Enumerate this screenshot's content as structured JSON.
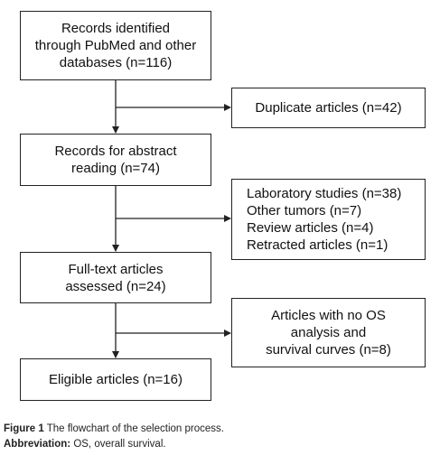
{
  "flow": {
    "main": [
      {
        "lines": [
          "Records identified",
          "through PubMed and other",
          "databases (n=116)"
        ]
      },
      {
        "lines": [
          "Records for abstract",
          "reading (n=74)"
        ]
      },
      {
        "lines": [
          "Full-text articles",
          "assessed (n=24)"
        ]
      },
      {
        "lines": [
          "Eligible articles (n=16)"
        ]
      }
    ],
    "side": [
      {
        "lines": [
          "Duplicate articles (n=42)"
        ]
      },
      {
        "lines": [
          "Laboratory studies (n=38)",
          "Other tumors (n=7)",
          "Review articles (n=4)",
          "Retracted articles (n=1)"
        ]
      },
      {
        "lines": [
          "Articles with no OS",
          "analysis and",
          "survival curves (n=8)"
        ]
      }
    ]
  },
  "caption": {
    "figure_label": "Figure 1",
    "figure_text": " The flowchart of the selection process.",
    "abbr_label": "Abbreviation:",
    "abbr_text": " OS, overall survival."
  },
  "colors": {
    "stroke": "#222222",
    "background": "#ffffff"
  }
}
